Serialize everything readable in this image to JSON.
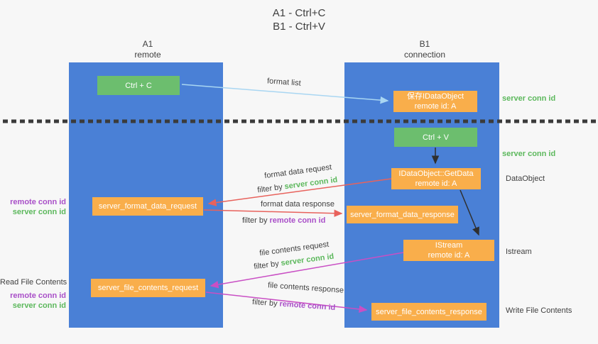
{
  "colors": {
    "lane_blue": "#4a80d6",
    "node_green": "#6cbe6e",
    "node_orange": "#f9ae4b",
    "arrow_red": "#e8625c",
    "arrow_magenta": "#c94fc4",
    "arrow_blue": "#a9d6f2",
    "arrow_black": "#2f2f2f",
    "text_green": "#5cb85c",
    "text_purple": "#a94fc8",
    "text_dark": "#3f3f3f",
    "background": "#f7f7f7"
  },
  "title": {
    "line1": "A1 - Ctrl+C",
    "line2": "B1 - Ctrl+V"
  },
  "lanes": {
    "a1": {
      "name": "A1",
      "subtitle": "remote"
    },
    "b1": {
      "name": "B1",
      "subtitle": "connection"
    }
  },
  "nodes": {
    "ctrl_c": {
      "label": "Ctrl + C"
    },
    "ctrl_v": {
      "label": "Ctrl + V"
    },
    "save_idataobject": {
      "line1": "保存IDataObject",
      "line2": "remote id: A"
    },
    "idataobject_getdata": {
      "line1": "IDataObject::GetData",
      "line2": "remote id: A"
    },
    "istream": {
      "line1": "IStream",
      "line2": "remote id: A"
    },
    "server_format_data_request": {
      "label": "server_format_data_request"
    },
    "server_format_data_response": {
      "label": "server_format_data_response"
    },
    "server_file_contents_request": {
      "label": "server_file_contents_request"
    },
    "server_file_contents_response": {
      "label": "server_file_contents_response"
    }
  },
  "edge_labels": {
    "format_list": "format list",
    "format_data_request": "format data request",
    "format_data_response": "format data response",
    "file_contents_request": "file contents request",
    "file_contents_response": "file contents response",
    "filter_by": "filter by",
    "server_conn_id": "server conn id",
    "remote_conn_id": "remote conn id"
  },
  "side_labels": {
    "server_conn_id_top": "server conn id",
    "server_conn_id_mid": "server conn id",
    "dataobject": "DataObject",
    "istream": "Istream",
    "write_file_contents": "Write File Contents",
    "read_file_contents": "Read File Contents",
    "remote_conn_id": "remote conn id",
    "server_conn_id": "server conn id"
  }
}
